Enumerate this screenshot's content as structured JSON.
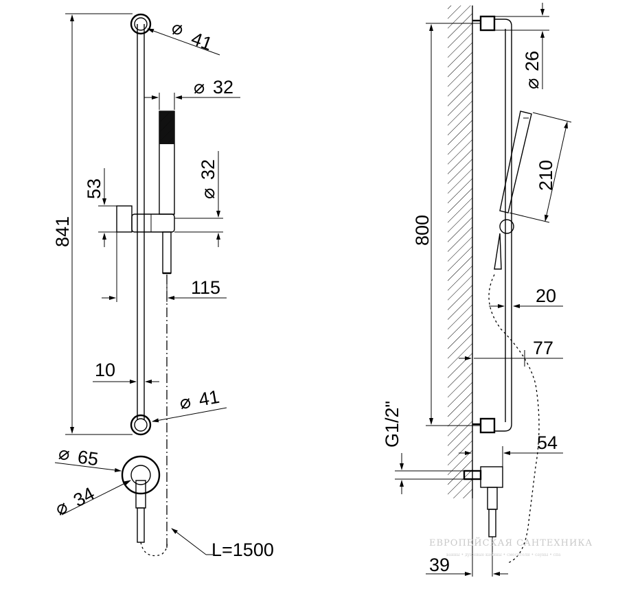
{
  "front_view": {
    "height_dim": "841",
    "top_bracket_diameter": "41",
    "bar_diameter": "32",
    "handshower_diameter": "32",
    "slider_height": "53",
    "slider_projection": "115",
    "wall_gap": "10",
    "bottom_bracket_diameter": "41",
    "outlet_outer_diameter": "65",
    "outlet_inner_diameter": "34",
    "hose_length": "L=1500"
  },
  "side_view": {
    "bracket_diameter": "26",
    "handshower_length": "210",
    "bar_length": "800",
    "bar_offset": "20",
    "bar_projection": "77",
    "thread_size": "G1/2\"",
    "outlet_projection": "54",
    "outlet_depth": "39"
  },
  "watermark": {
    "title": "ЕВРОПЕЙСКАЯ САНТЕХНИКА",
    "subtitle": "ванны • душевые кабины • смесители • сауны • спа"
  }
}
